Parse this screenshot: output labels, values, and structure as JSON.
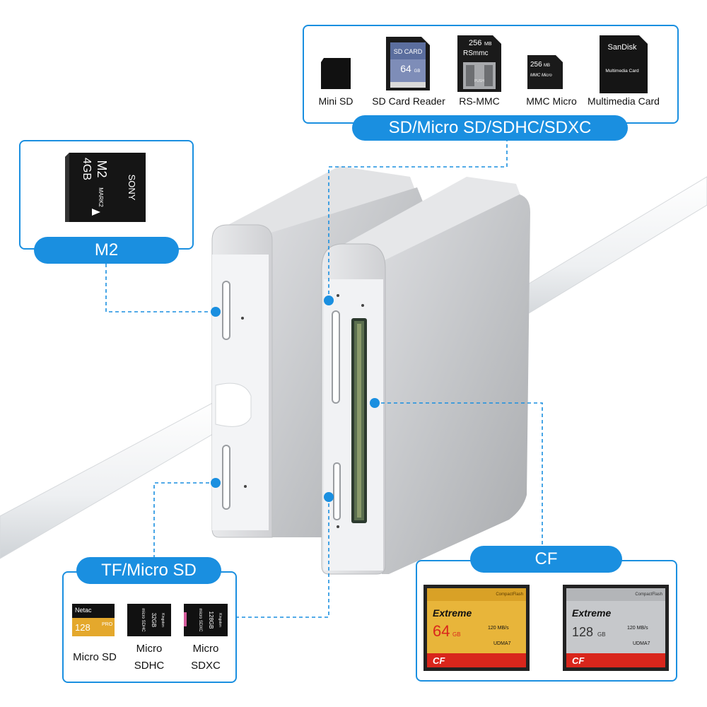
{
  "sd_panel": {
    "title": "SD/Micro SD/SDHC/SDXC",
    "cards": [
      {
        "label": "Mini SD"
      },
      {
        "label": "SD Card Reader",
        "face": "SD CARD",
        "capacity": "64",
        "unit": "GB"
      },
      {
        "label": "RS-MMC",
        "capacity": "256",
        "unit": "MB",
        "face": "RSmmc",
        "small": "PUSH"
      },
      {
        "label": "MMC Micro",
        "capacity": "256",
        "unit": "MB",
        "face": "MMC Micro"
      },
      {
        "label": "Multimedia Card",
        "brand": "SanDisk",
        "face": "Multimedia Card"
      }
    ]
  },
  "m2_panel": {
    "title": "M2",
    "card": {
      "brand": "SONY",
      "model": "M2",
      "capacity": "4GB",
      "mark": "MARK2"
    }
  },
  "tf_panel": {
    "title": "TF/Micro SD",
    "cards": [
      {
        "label": "Micro SD",
        "brand": "Netac",
        "capacity": "128",
        "series": "PRO"
      },
      {
        "label_line1": "Micro",
        "label_line2": "SDHC",
        "brand": "Kingston",
        "capacity": "32GB",
        "type": "micro SDHC"
      },
      {
        "label_line1": "Micro",
        "label_line2": "SDXC",
        "brand": "Kingston",
        "capacity": "128GB",
        "type": "micro SDXC"
      }
    ]
  },
  "cf_panel": {
    "title": "CF",
    "cards": [
      {
        "brand_top": "CompactFlash",
        "series": "Extreme",
        "capacity": "64",
        "unit": "GB",
        "speed": "120 MB/s",
        "udma": "UDMA7",
        "bar": "CF"
      },
      {
        "brand_top": "CompactFlash",
        "series": "Extreme",
        "capacity": "128",
        "unit": "GB",
        "speed": "120 MB/s",
        "udma": "UDMA7",
        "bar": "CF"
      }
    ]
  },
  "colors": {
    "accent": "#1a8fe0",
    "aluminum": "#c9cacc",
    "cf_gold": "#e8b53a",
    "cf_red": "#d9261c",
    "cf_silver": "#bfc1c4"
  }
}
